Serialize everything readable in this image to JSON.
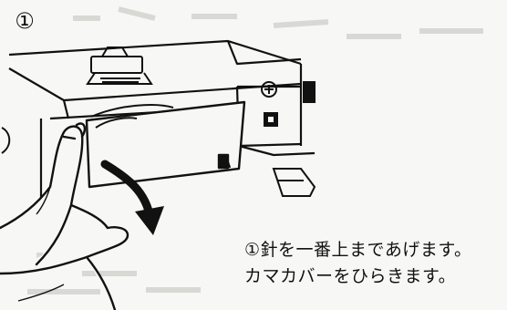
{
  "step_number": "①",
  "caption": {
    "line1": "①針を一番上まであげます。",
    "line2": "カマカバーをひらきます。"
  },
  "figure": {
    "subject": "sewing-machine-hook-cover",
    "action_arrow_icon": "curved-arrow-down-icon"
  },
  "colors": {
    "ink": "#111111",
    "paper": "#f7f7f5",
    "faint": "#d8d8d4"
  }
}
